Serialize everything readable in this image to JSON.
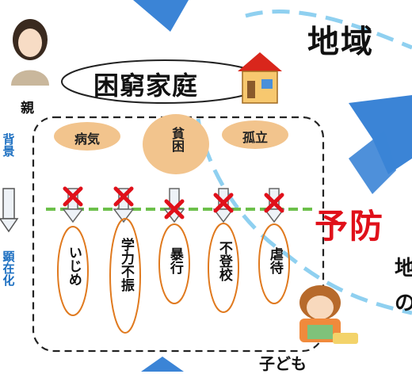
{
  "region": "地域",
  "title": "困窮家庭",
  "parent_label": "親",
  "child_label": "子ども",
  "prevention": "予防",
  "factors": [
    "病気",
    "貧困",
    "孤立"
  ],
  "problems": [
    "いじめ",
    "学力不振",
    "暴行",
    "不登校",
    "虐待"
  ],
  "left_top": "背景",
  "left_bottom": "顕在化",
  "right_partial": [
    "地",
    "の"
  ],
  "colors": {
    "factor_fill": "#f2c48d",
    "problem_ring": "#e07a1f",
    "blue_arrow": "#3b84d6",
    "red": "#e0101a",
    "green_line": "#6cc04a"
  }
}
